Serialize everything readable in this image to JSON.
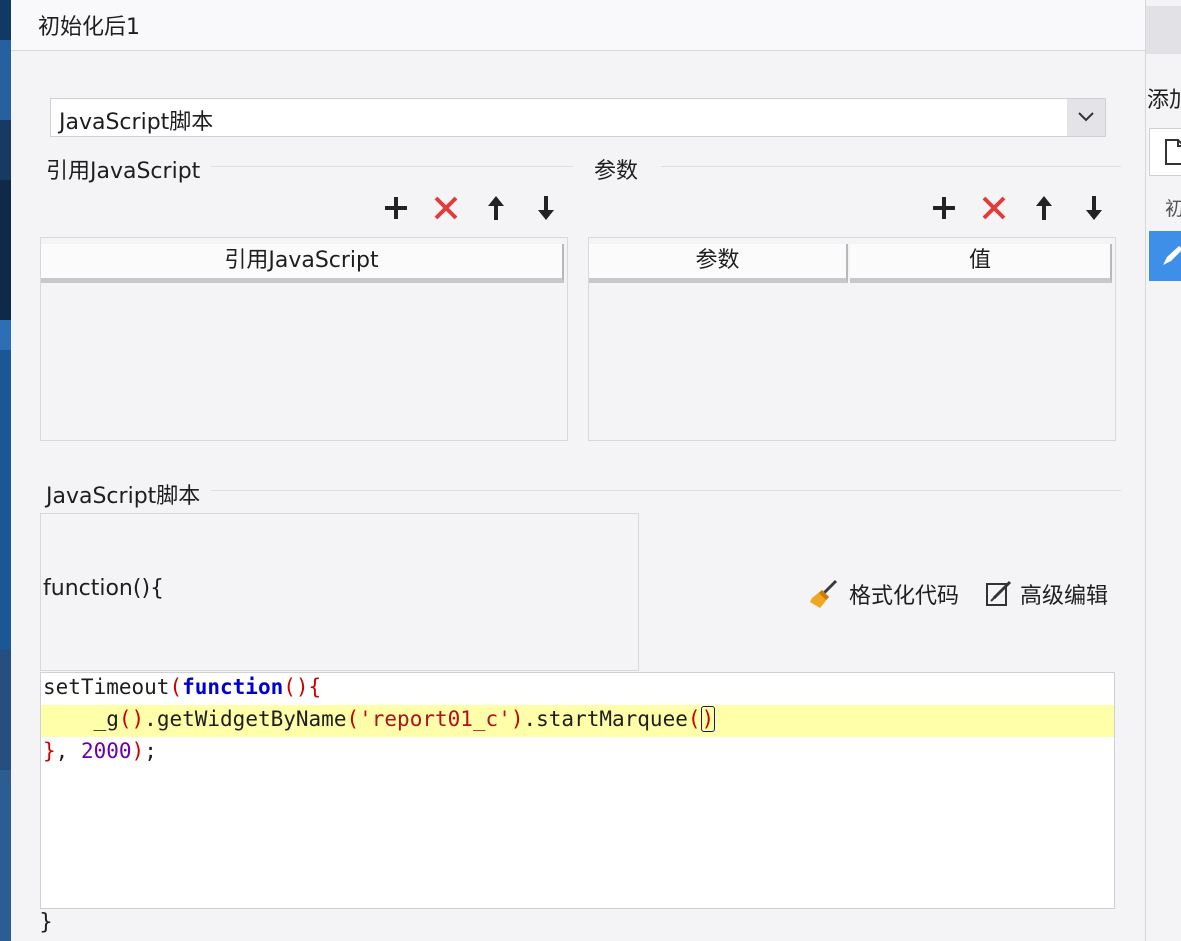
{
  "dialog": {
    "title": "初始化后1"
  },
  "right_panel": {
    "add_label": "添加",
    "item_label": "初"
  },
  "script_type": {
    "selected": "JavaScript脚本"
  },
  "ref_section": {
    "label": "引用JavaScript",
    "table_header": "引用JavaScript",
    "rows": []
  },
  "param_section": {
    "label": "参数",
    "headers": [
      "参数",
      "值"
    ],
    "rows": []
  },
  "script_section": {
    "label": "JavaScript脚本",
    "function_open": "function(){",
    "function_close": "}",
    "format_code": "格式化代码",
    "advanced_edit": "高级编辑"
  },
  "code": {
    "line1": {
      "t1": "setTimeout",
      "t2": "(",
      "t3": "function",
      "t4": "(){"
    },
    "line2": {
      "indent": "    ",
      "t1": "_g",
      "t2": "()",
      "t3": ".getWidgetByName",
      "t4": "(",
      "t5": "'report01_c'",
      "t6": ")",
      "t7": ".startMarquee",
      "t8": "(",
      "t9": ")"
    },
    "line3": {
      "t1": "}",
      "t2": ", ",
      "t3": "2000",
      "t4": ")",
      "t5": ";"
    }
  },
  "icons": {
    "add": "plus-icon",
    "delete": "delete-x-icon",
    "up": "arrow-up-icon",
    "down": "arrow-down-icon",
    "format": "broom-icon",
    "edit": "edit-icon",
    "dropdown": "chevron-down-icon"
  },
  "colors": {
    "delete_red": "#e23b3b",
    "highlight": "#ffffaa",
    "keyword": "#0000cc",
    "paren": "#cc0000",
    "string": "#b01020",
    "number": "#6a00a8",
    "accent_blue": "#3d8fe8"
  }
}
